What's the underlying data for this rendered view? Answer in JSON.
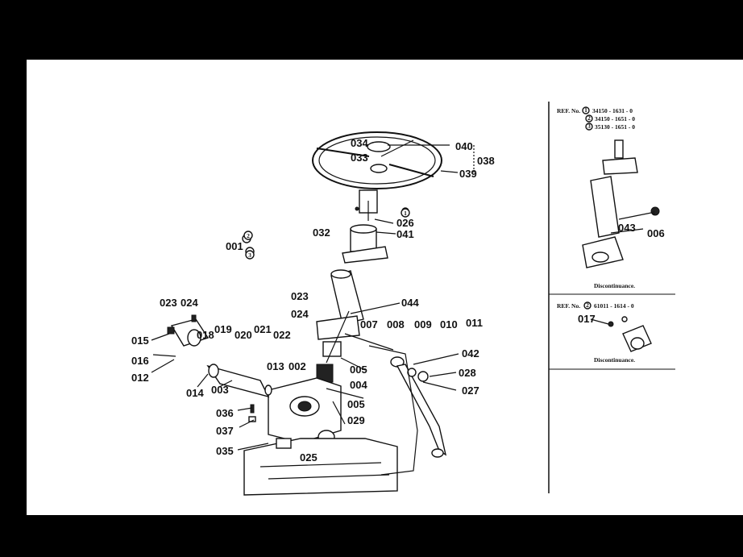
{
  "labels": {
    "l034": "034",
    "l033": "033",
    "l040": "040",
    "l038": "038",
    "l039": "039",
    "l001": "001",
    "l032": "032",
    "l026": "026",
    "l041": "041",
    "l023a": "023",
    "l024a": "024",
    "l023b": "023",
    "l024b": "024",
    "l044": "044",
    "l018": "018",
    "l019": "019",
    "l020": "020",
    "l021": "021",
    "l022": "022",
    "l015": "015",
    "l016": "016",
    "l012": "012",
    "l014": "014",
    "l003": "003",
    "l013": "013",
    "l002": "002",
    "l007": "007",
    "l008": "008",
    "l009": "009",
    "l010": "010",
    "l011": "011",
    "l005a": "005",
    "l004": "004",
    "l005b": "005",
    "l029": "029",
    "l036": "036",
    "l037": "037",
    "l035": "035",
    "l025": "025",
    "l042": "042",
    "l028": "028",
    "l027": "027",
    "l043": "043",
    "l006": "006",
    "l017": "017"
  },
  "callouts": {
    "c1": "1",
    "c2": "2",
    "c3": "3",
    "c6": "6"
  },
  "side_panel": {
    "ref1_title": "REF. No.",
    "ref1_line1": "34150 - 1631 - 0",
    "ref1_line2": "34150 - 1651 - 0",
    "ref1_line3": "35130 - 1651 - 0",
    "ref1_caption": "Discontinuance.",
    "ref2_title": "REF. No.",
    "ref2_line1": "61011 - 1614 - 0",
    "ref2_caption": "Discontinuance."
  }
}
